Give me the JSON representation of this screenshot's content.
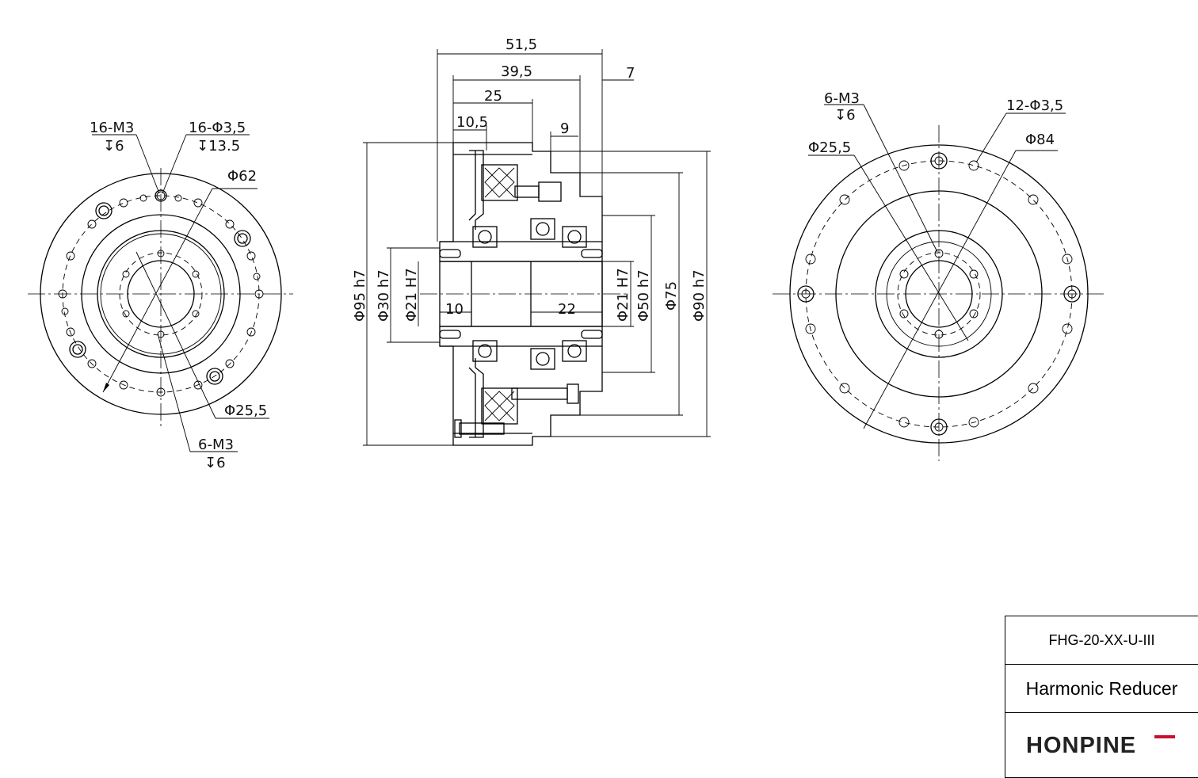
{
  "title_block": {
    "model": "FHG-20-XX-U-III",
    "name": "Harmonic Reducer",
    "brand": "HONPINE",
    "brand_accent": "#c8102e"
  },
  "front_view": {
    "holes_m3": "16-M3",
    "holes_m3_depth": "↧6",
    "holes_d35": "16-Φ3,5",
    "holes_d35_depth": "↧13.5",
    "pcd_outer": "Φ62",
    "pcd_inner": "Φ25,5",
    "inner_m3": "6-M3",
    "inner_m3_depth": "↧6"
  },
  "section_view": {
    "len_total": "51,5",
    "len_395": "39,5",
    "len_7": "7",
    "len_25": "25",
    "len_105": "10,5",
    "len_9": "9",
    "len_10": "10",
    "len_22": "22",
    "dia_95": "Φ95 h7",
    "dia_30": "Φ30 h7",
    "dia_21_left": "Φ21 H7",
    "dia_21_right": "Φ21 H7",
    "dia_50": "Φ50 h7",
    "dia_75": "Φ75",
    "dia_90": "Φ90 h7"
  },
  "rear_view": {
    "inner_m3": "6-M3",
    "inner_m3_depth": "↧6",
    "pcd_inner": "Φ25,5",
    "holes_d35": "12-Φ3,5",
    "pcd_outer": "Φ84"
  }
}
